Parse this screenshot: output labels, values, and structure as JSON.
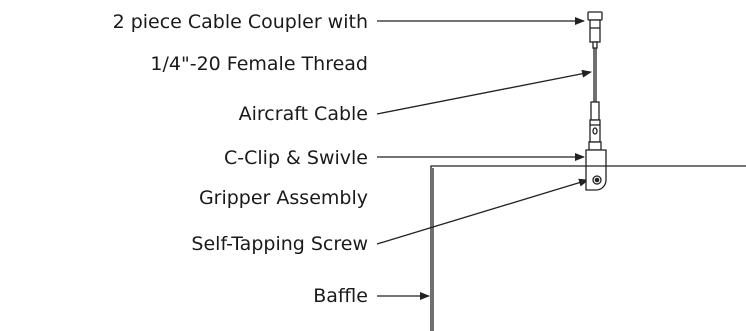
{
  "labels": {
    "coupler_line1": "2 piece Cable Coupler with",
    "coupler_line2": "1/4\"-20 Female Thread",
    "aircraft_cable": "Aircraft Cable",
    "cclip_line1": "C-Clip & Swivle",
    "cclip_line2": "Gripper Assembly",
    "screw": "Self-Tapping Screw",
    "baffle": "Baffle"
  },
  "colors": {
    "ink": "#222222",
    "background": "#ffffff"
  }
}
